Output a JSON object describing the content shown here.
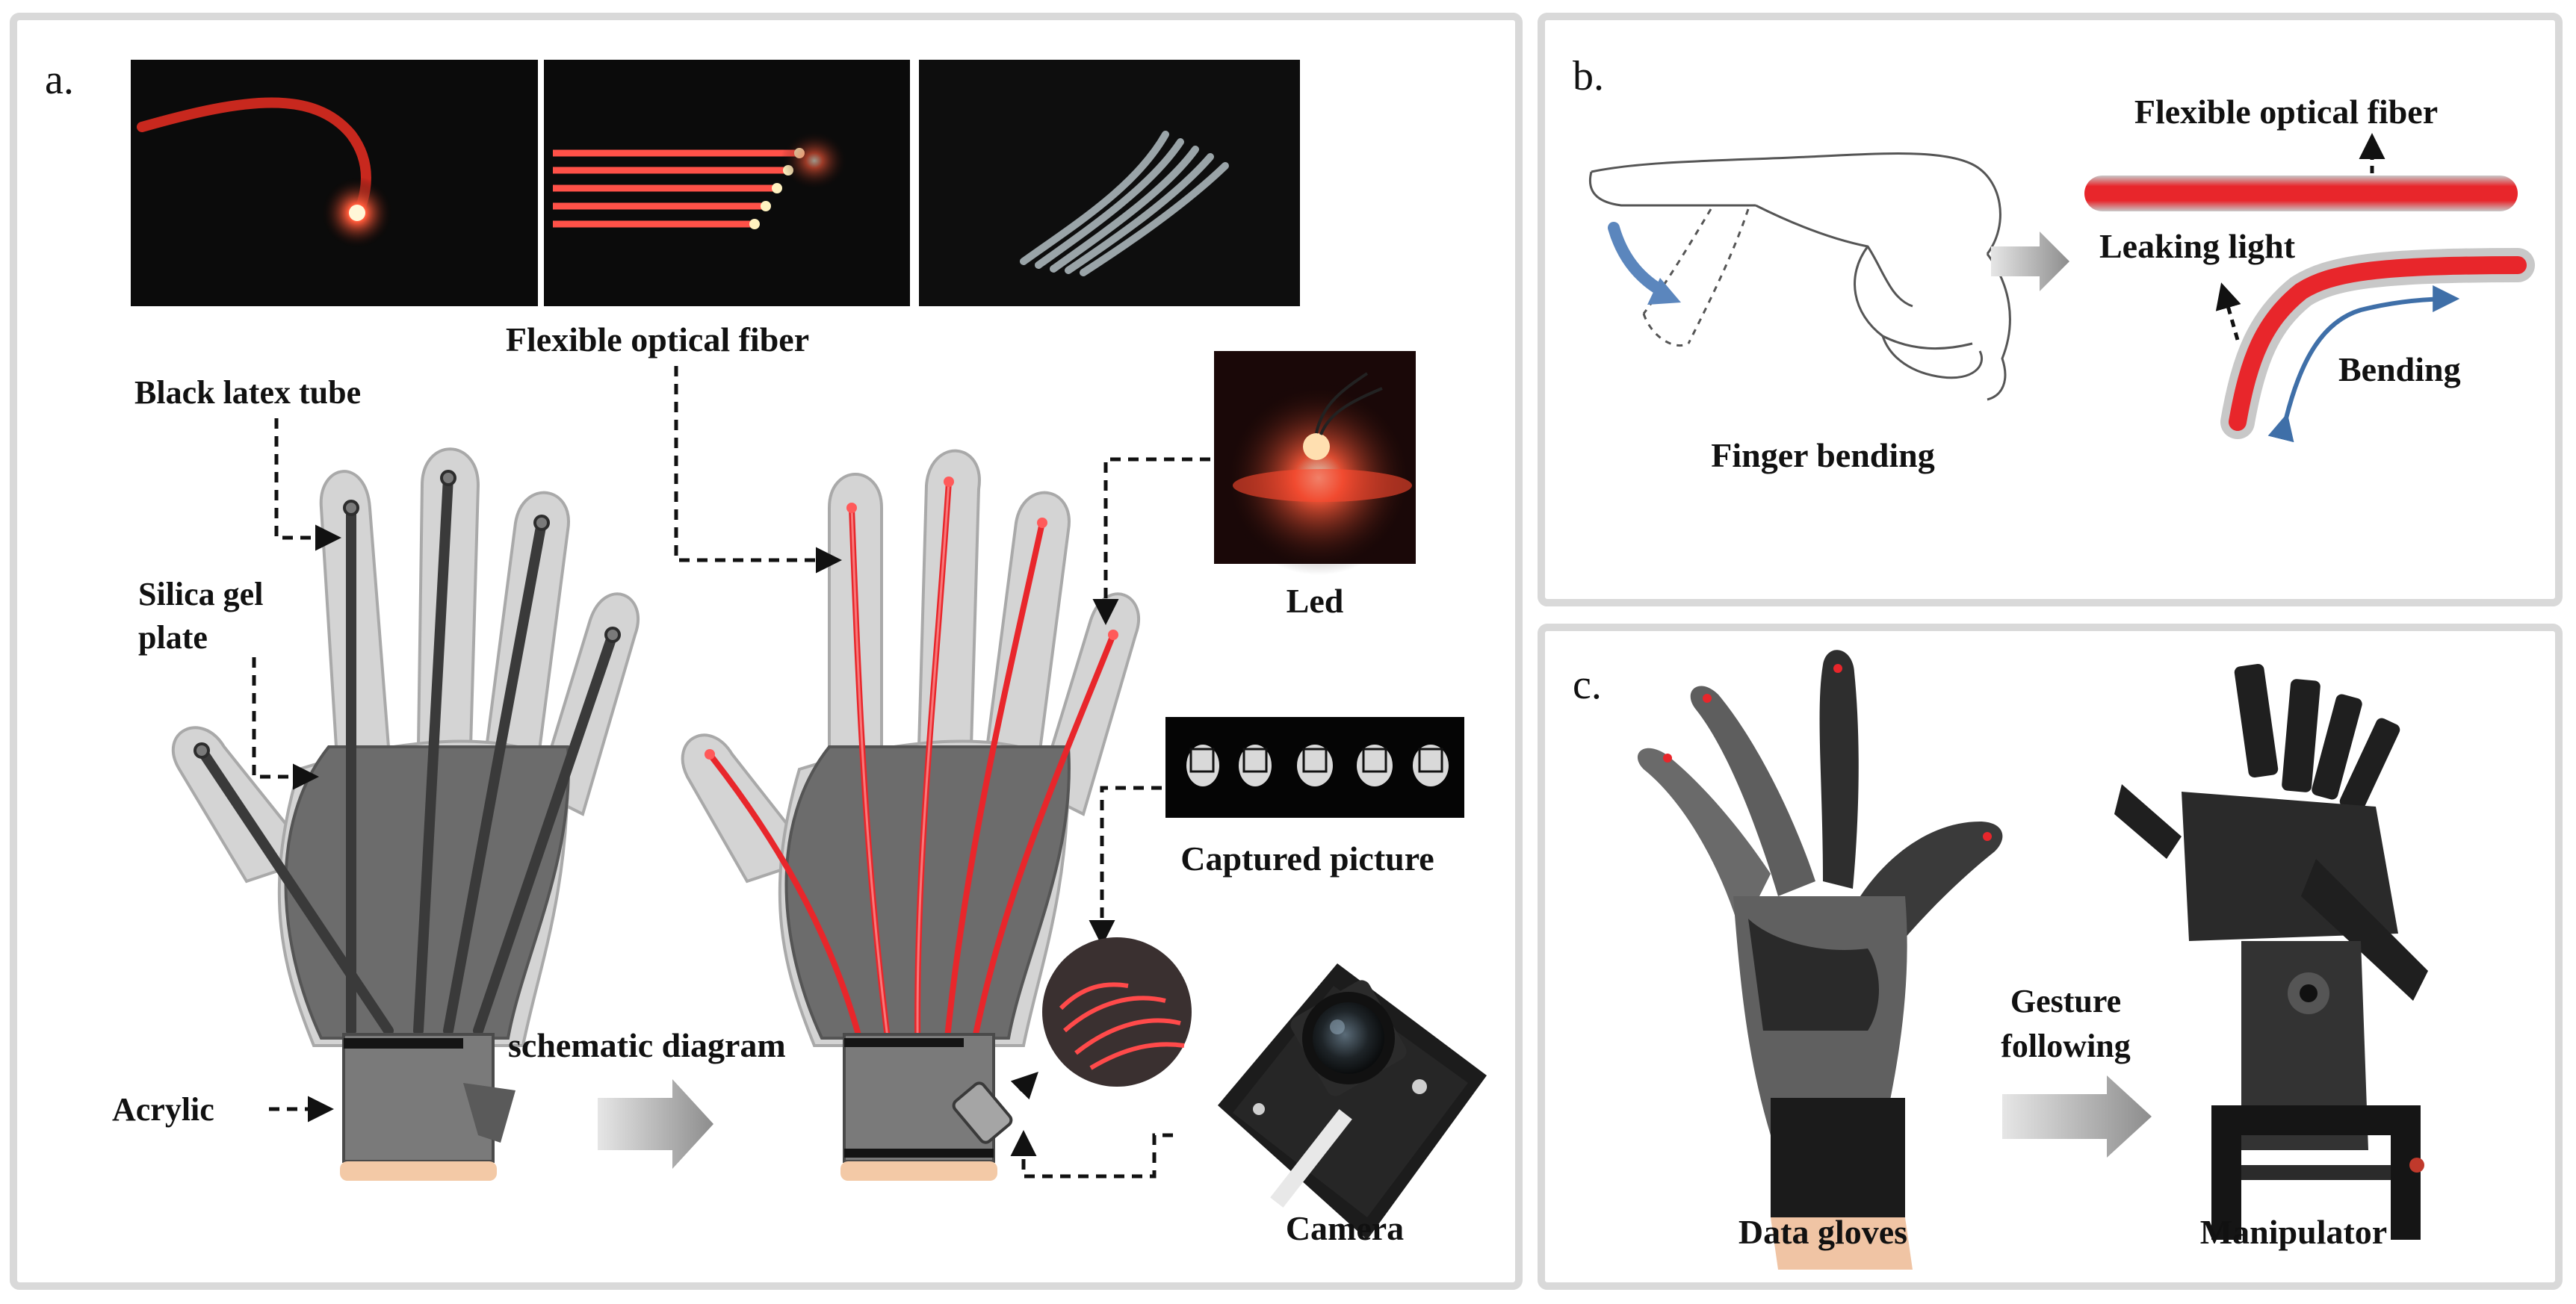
{
  "panels": {
    "a": {
      "label": "a.",
      "flexible_optical_fiber": "Flexible optical fiber",
      "black_latex_tube": "Black latex tube",
      "silica_gel_plate": [
        "Silica gel",
        "plate"
      ],
      "acrylic": "Acrylic",
      "schematic_diagram": "schematic diagram",
      "led": "Led",
      "captured_picture": "Captured picture",
      "camera": "Camera"
    },
    "b": {
      "label": "b.",
      "flexible_optical_fiber": "Flexible optical fiber",
      "leaking_light": "Leaking light",
      "bending": "Bending",
      "finger_bending": "Finger bending"
    },
    "c": {
      "label": "c.",
      "gesture_following": [
        "Gesture",
        "following"
      ],
      "data_gloves": "Data gloves",
      "manipulator": "Manipulator"
    }
  },
  "colors": {
    "fiber_red": "#e8262b",
    "glove_dark": "#6f6f6f",
    "glove_light": "#cfcfcf",
    "panel_border": "#d9d9d9",
    "arrow_gray": "#9a9a9a",
    "bend_arrow": "#3f6fa8"
  }
}
